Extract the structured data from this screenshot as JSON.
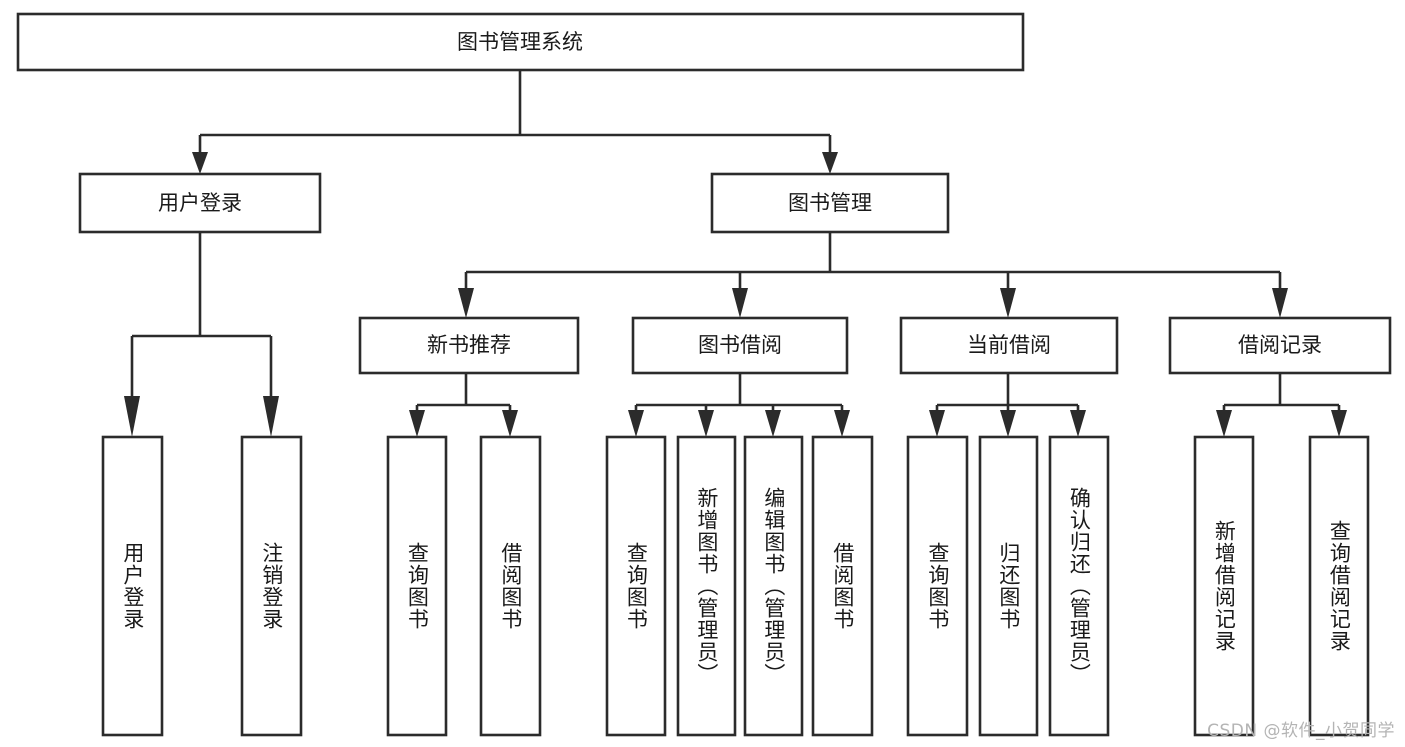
{
  "diagram": {
    "title": "图书管理系统",
    "type": "tree-hierarchy",
    "orientation": "top-down",
    "watermark": "CSDN @软件_小贺同学",
    "colors": {
      "stroke": "#2b2b2b",
      "box_fill": "#ffffff",
      "text": "#1a1a1a",
      "background": "#ffffff",
      "watermark": "#b4b4b4"
    },
    "root": {
      "label": "图书管理系统"
    },
    "level2": [
      {
        "id": "user-login",
        "label": "用户登录"
      },
      {
        "id": "book-manage",
        "label": "图书管理"
      }
    ],
    "level3": [
      {
        "id": "new-book-recommend",
        "label": "新书推荐",
        "parent": "book-manage"
      },
      {
        "id": "book-borrow",
        "label": "图书借阅",
        "parent": "book-manage"
      },
      {
        "id": "current-borrow",
        "label": "当前借阅",
        "parent": "book-manage"
      },
      {
        "id": "borrow-record",
        "label": "借阅记录",
        "parent": "book-manage"
      }
    ],
    "leaves": [
      {
        "id": "leaf-user-login",
        "label": "用户登录",
        "parent": "user-login"
      },
      {
        "id": "leaf-user-logout",
        "label": "注销登录",
        "parent": "user-login"
      },
      {
        "id": "leaf-query-book-1",
        "label": "查询图书",
        "parent": "new-book-recommend"
      },
      {
        "id": "leaf-borrow-book-1",
        "label": "借阅图书",
        "parent": "new-book-recommend"
      },
      {
        "id": "leaf-query-book-2",
        "label": "查询图书",
        "parent": "book-borrow"
      },
      {
        "id": "leaf-add-book",
        "label": "新增图书（管理员）",
        "parent": "book-borrow"
      },
      {
        "id": "leaf-edit-book",
        "label": "编辑图书（管理员）",
        "parent": "book-borrow"
      },
      {
        "id": "leaf-borrow-book-2",
        "label": "借阅图书",
        "parent": "book-borrow"
      },
      {
        "id": "leaf-query-book-3",
        "label": "查询图书",
        "parent": "current-borrow"
      },
      {
        "id": "leaf-return-book",
        "label": "归还图书",
        "parent": "current-borrow"
      },
      {
        "id": "leaf-confirm-return",
        "label": "确认归还（管理员）",
        "parent": "current-borrow"
      },
      {
        "id": "leaf-add-record",
        "label": "新增借阅记录",
        "parent": "borrow-record"
      },
      {
        "id": "leaf-query-record",
        "label": "查询借阅记录",
        "parent": "borrow-record"
      }
    ]
  }
}
